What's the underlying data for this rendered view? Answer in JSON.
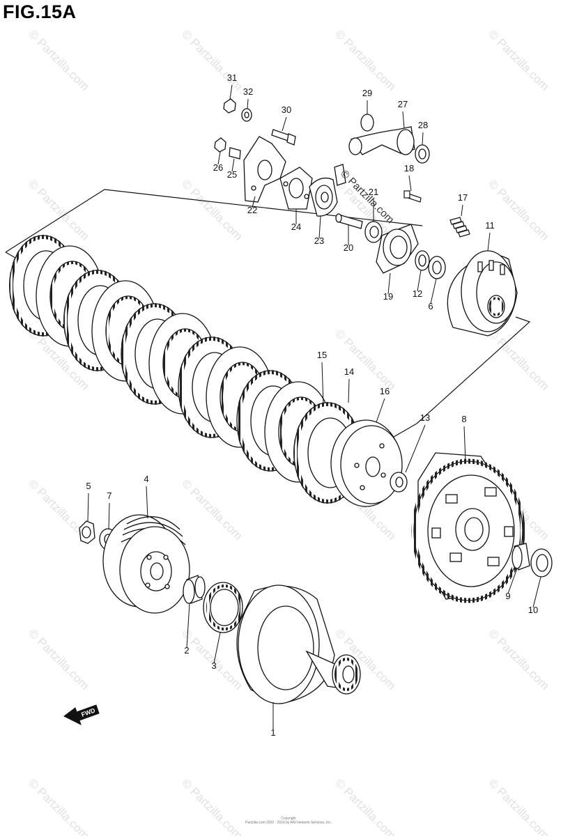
{
  "figure": {
    "title": "FIG.15A"
  },
  "watermark": {
    "text": "© Partzilla.com"
  },
  "fwd_label": "FWD",
  "copyright": {
    "line1": "Copyright",
    "line2": "Partzilla.com 2002 - 2019 by ARI Network Services, Inc."
  },
  "callouts": [
    "31",
    "32",
    "30",
    "29",
    "27",
    "28",
    "26",
    "25",
    "22",
    "24",
    "23",
    "21",
    "20",
    "18",
    "17",
    "11",
    "19",
    "12",
    "6",
    "15",
    "14",
    "16",
    "13",
    "8",
    "5",
    "7",
    "4",
    "9",
    "10",
    "2",
    "3",
    "1"
  ]
}
